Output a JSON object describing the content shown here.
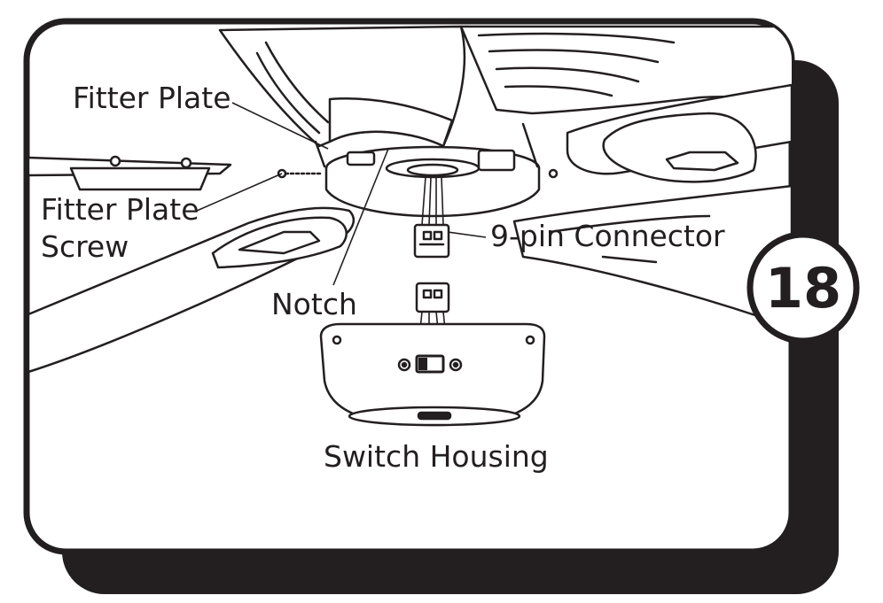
{
  "step_number": "18",
  "labels": {
    "fitter_plate": "Fitter Plate",
    "fitter_plate_screw_line1": "Fitter Plate",
    "fitter_plate_screw_line2": "Screw",
    "notch": "Notch",
    "connector": "9-pin Connector",
    "switch_housing": "Switch Housing"
  },
  "colors": {
    "ink": "#231f20",
    "shadow": "#231f20",
    "paper": "#ffffff"
  }
}
